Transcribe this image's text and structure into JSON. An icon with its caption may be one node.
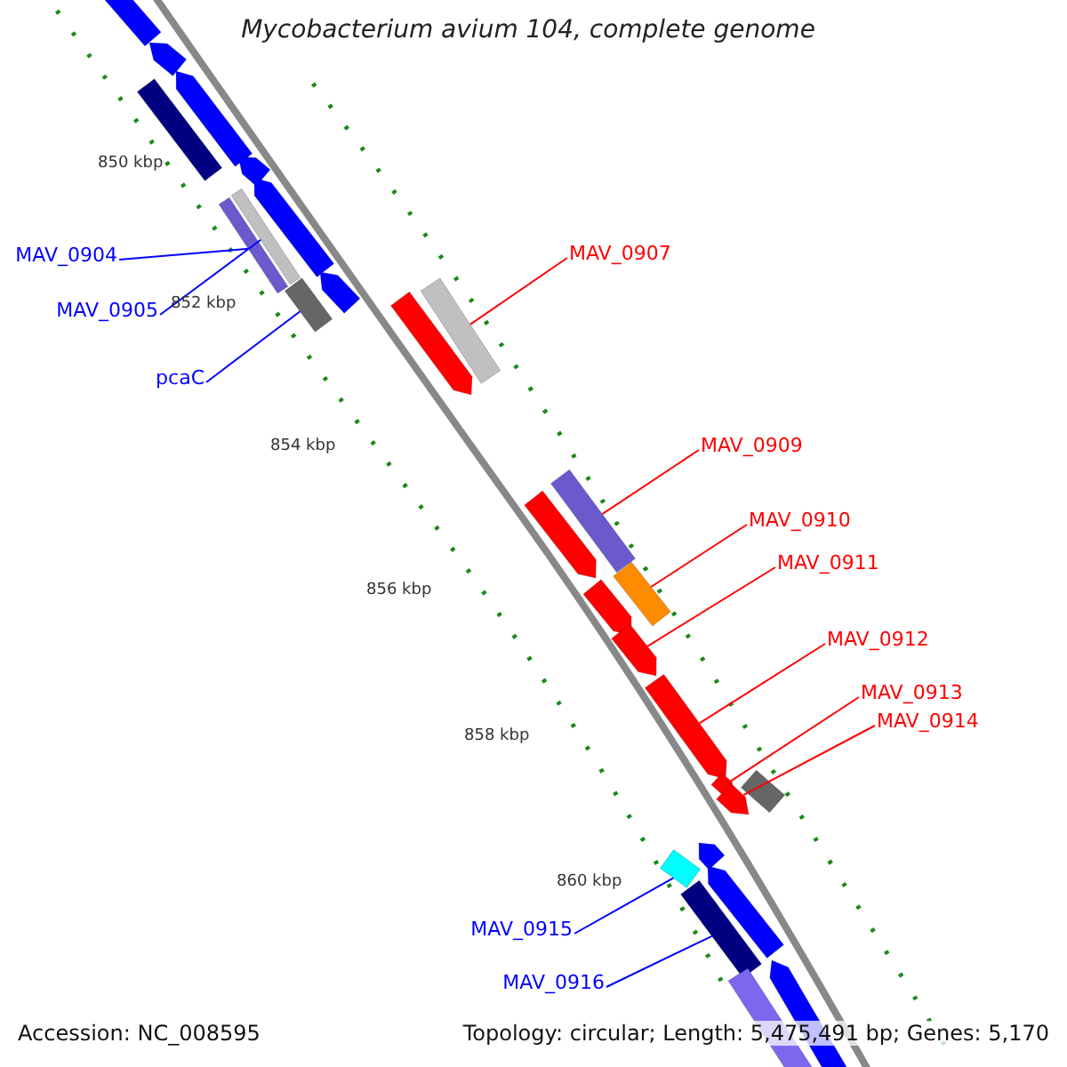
{
  "diagram": {
    "title": "Mycobacterium avium 104, complete genome",
    "nodes": [
      {
        "text": [
          "MAV_0904"
        ]
      },
      {
        "text": [
          "MAV_0905"
        ]
      },
      {
        "text": [
          "pcaC"
        ]
      },
      {
        "text": [
          "MAV_0907"
        ]
      },
      {
        "text": [
          "MAV_0909"
        ]
      },
      {
        "text": [
          "MAV_0910"
        ]
      },
      {
        "text": [
          "MAV_0911"
        ]
      },
      {
        "text": [
          "MAV_0912"
        ]
      },
      {
        "text": [
          "MAV_0913"
        ]
      },
      {
        "text": [
          "MAV_0914"
        ]
      },
      {
        "text": [
          "MAV_0915"
        ]
      },
      {
        "text": [
          "MAV_0916"
        ]
      },
      {
        "text": [],
        "shape": "bar"
      },
      {
        "text": [],
        "shape": "arrow"
      },
      {
        "text": [],
        "shape": "arrow"
      },
      {
        "text": [],
        "shape": "arrow"
      },
      {
        "text": [],
        "shape": "arrow"
      },
      {
        "text": [],
        "shape": "arrow"
      },
      {
        "text": [],
        "shape": "bar"
      },
      {
        "text": [],
        "shape": "bar"
      },
      {
        "text": [],
        "shape": "bar"
      },
      {
        "text": [],
        "shape": "bar"
      },
      {
        "text": [],
        "shape": "arrow"
      },
      {
        "text": [],
        "shape": "bar"
      },
      {
        "text": [],
        "shape": "arrow"
      },
      {
        "text": [],
        "shape": "bar"
      },
      {
        "text": [],
        "shape": "arrow"
      },
      {
        "text": [],
        "shape": "bar"
      },
      {
        "text": [],
        "shape": "arrow"
      },
      {
        "text": [],
        "shape": "arrow"
      },
      {
        "text": [],
        "shape": "arrow"
      },
      {
        "text": [],
        "shape": "arrow"
      },
      {
        "text": [],
        "shape": "bar"
      },
      {
        "text": [],
        "shape": "bar"
      },
      {
        "text": [],
        "shape": "bar"
      },
      {
        "text": [],
        "shape": "arrow"
      },
      {
        "text": [],
        "shape": "arrow"
      },
      {
        "text": [],
        "shape": "bar"
      },
      {
        "text": [],
        "shape": "arrow"
      }
    ],
    "edges": [
      {
        "from": 0,
        "to": 19,
        "arrow": "none",
        "color": "#0000ff"
      },
      {
        "from": 1,
        "to": 20,
        "arrow": "none",
        "color": "#0000ff"
      },
      {
        "from": 2,
        "to": 21,
        "arrow": "none",
        "color": "#0000ff"
      },
      {
        "from": 3,
        "to": 23,
        "arrow": "none"
      },
      {
        "from": 4,
        "to": 25,
        "arrow": "none"
      },
      {
        "from": 5,
        "to": 27,
        "arrow": "none"
      },
      {
        "from": 6,
        "to": 28,
        "arrow": "none"
      },
      {
        "from": 7,
        "to": 29,
        "arrow": "none"
      },
      {
        "from": 8,
        "to": 30,
        "arrow": "none"
      },
      {
        "from": 9,
        "to": 31,
        "arrow": "none"
      },
      {
        "from": 10,
        "to": 33,
        "arrow": "none",
        "color": "#0000ff"
      },
      {
        "from": 11,
        "to": 34,
        "arrow": "none",
        "color": "#0000ff"
      }
    ],
    "labels": [
      "850 kbp",
      "852 kbp",
      "854 kbp",
      "856 kbp",
      "858 kbp",
      "860 kbp",
      "Accession: NC_008595",
      "Topology: circular; Length: 5,475,491 bp; Genes: 5,170"
    ]
  }
}
